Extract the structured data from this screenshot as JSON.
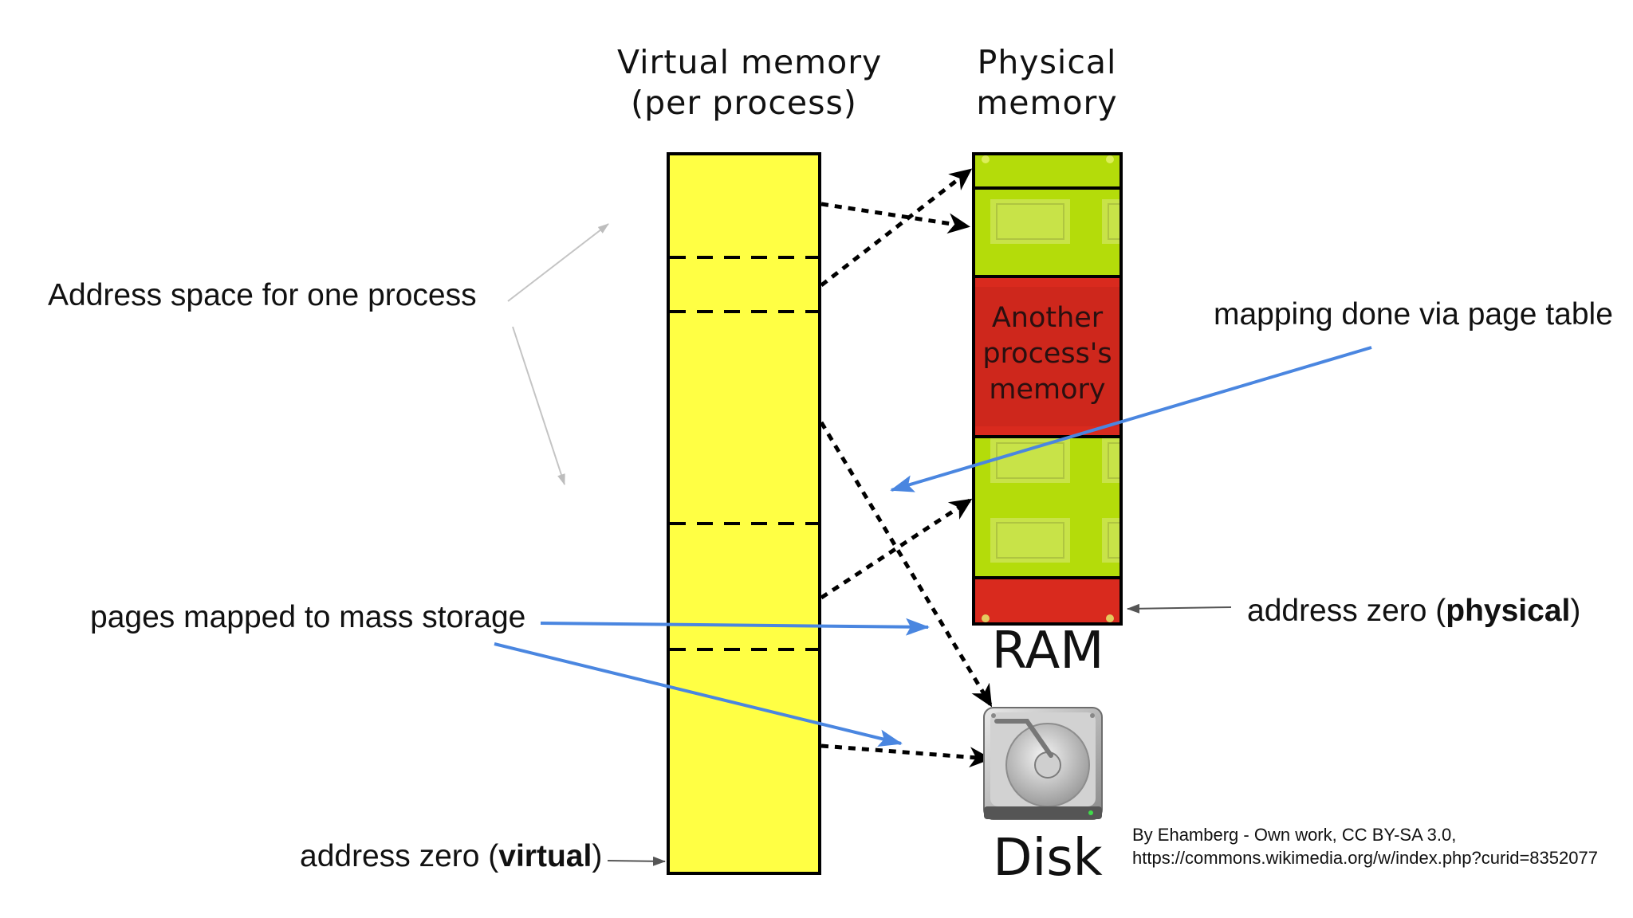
{
  "virtual_title": [
    "Virtual memory",
    "(per process)"
  ],
  "physical_title": [
    "Physical",
    "memory"
  ],
  "another_process": [
    "Another",
    "process's",
    "memory"
  ],
  "ram_label": "RAM",
  "disk_label": "Disk",
  "annotations": {
    "address_space": "Address space for one process",
    "mapping": "mapping done via page table",
    "mass_storage": "pages mapped to mass storage",
    "zero_physical_prefix": "address zero (",
    "zero_physical_bold": "physical",
    "zero_physical_suffix": ")",
    "zero_virtual_prefix": "address zero (",
    "zero_virtual_bold": "virtual",
    "zero_virtual_suffix": ")"
  },
  "credit": [
    "By Ehamberg - Own work, CC BY-SA 3.0,",
    "https://commons.wikimedia.org/w/index.php?curid=8352077"
  ],
  "colors": {
    "virtual_fill": "#ffff44",
    "ram_green": "#b4dc0a",
    "ram_red": "#d92a1e",
    "pointer_blue": "#4a86e0",
    "pointer_gray": "#b8b8b8"
  }
}
